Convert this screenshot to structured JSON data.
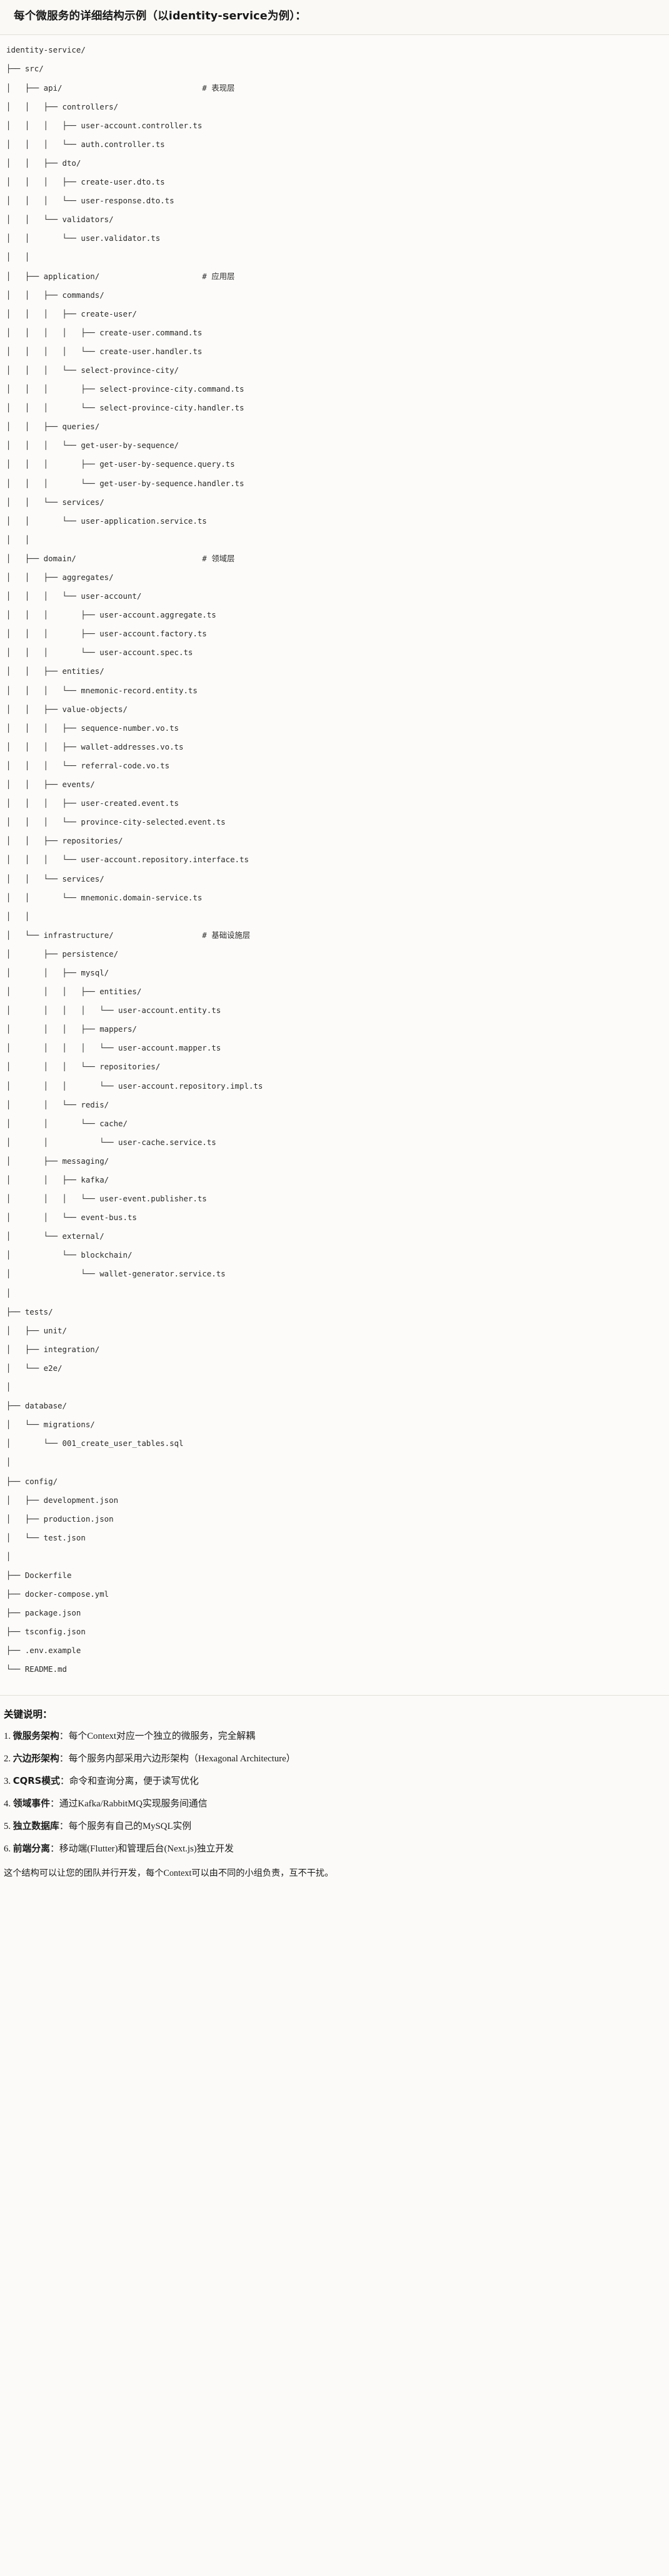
{
  "heading": {
    "title": "每个微服务的详细结构示例（以identity-service为例）："
  },
  "tree": {
    "root": "identity-service/",
    "lines": [
      "identity-service/",
      "├── src/",
      "│   ├── api/                              # 表现层",
      "│   │   ├── controllers/",
      "│   │   │   ├── user-account.controller.ts",
      "│   │   │   └── auth.controller.ts",
      "│   │   ├── dto/",
      "│   │   │   ├── create-user.dto.ts",
      "│   │   │   └── user-response.dto.ts",
      "│   │   └── validators/",
      "│   │       └── user.validator.ts",
      "│   │",
      "│   ├── application/                      # 应用层",
      "│   │   ├── commands/",
      "│   │   │   ├── create-user/",
      "│   │   │   │   ├── create-user.command.ts",
      "│   │   │   │   └── create-user.handler.ts",
      "│   │   │   └── select-province-city/",
      "│   │   │       ├── select-province-city.command.ts",
      "│   │   │       └── select-province-city.handler.ts",
      "│   │   ├── queries/",
      "│   │   │   └── get-user-by-sequence/",
      "│   │   │       ├── get-user-by-sequence.query.ts",
      "│   │   │       └── get-user-by-sequence.handler.ts",
      "│   │   └── services/",
      "│   │       └── user-application.service.ts",
      "│   │",
      "│   ├── domain/                           # 领域层",
      "│   │   ├── aggregates/",
      "│   │   │   └── user-account/",
      "│   │   │       ├── user-account.aggregate.ts",
      "│   │   │       ├── user-account.factory.ts",
      "│   │   │       └── user-account.spec.ts",
      "│   │   ├── entities/",
      "│   │   │   └── mnemonic-record.entity.ts",
      "│   │   ├── value-objects/",
      "│   │   │   ├── sequence-number.vo.ts",
      "│   │   │   ├── wallet-addresses.vo.ts",
      "│   │   │   └── referral-code.vo.ts",
      "│   │   ├── events/",
      "│   │   │   ├── user-created.event.ts",
      "│   │   │   └── province-city-selected.event.ts",
      "│   │   ├── repositories/",
      "│   │   │   └── user-account.repository.interface.ts",
      "│   │   └── services/",
      "│   │       └── mnemonic.domain-service.ts",
      "│   │",
      "│   └── infrastructure/                   # 基础设施层",
      "│       ├── persistence/",
      "│       │   ├── mysql/",
      "│       │   │   ├── entities/",
      "│       │   │   │   └── user-account.entity.ts",
      "│       │   │   ├── mappers/",
      "│       │   │   │   └── user-account.mapper.ts",
      "│       │   │   └── repositories/",
      "│       │   │       └── user-account.repository.impl.ts",
      "│       │   └── redis/",
      "│       │       └── cache/",
      "│       │           └── user-cache.service.ts",
      "│       ├── messaging/",
      "│       │   ├── kafka/",
      "│       │   │   └── user-event.publisher.ts",
      "│       │   └── event-bus.ts",
      "│       └── external/",
      "│           └── blockchain/",
      "│               └── wallet-generator.service.ts",
      "│",
      "├── tests/",
      "│   ├── unit/",
      "│   ├── integration/",
      "│   └── e2e/",
      "│",
      "├── database/",
      "│   └── migrations/",
      "│       └── 001_create_user_tables.sql",
      "│",
      "├── config/",
      "│   ├── development.json",
      "│   ├── production.json",
      "│   └── test.json",
      "│",
      "├── Dockerfile",
      "├── docker-compose.yml",
      "├── package.json",
      "├── tsconfig.json",
      "├── .env.example",
      "└── README.md"
    ]
  },
  "notes": {
    "title": "关键说明：",
    "items": [
      {
        "num": "1.",
        "term": "微服务架构",
        "body": "：每个Context对应一个独立的微服务，完全解耦"
      },
      {
        "num": "2.",
        "term": "六边形架构",
        "body": "：每个服务内部采用六边形架构（Hexagonal Architecture）"
      },
      {
        "num": "3.",
        "term": "CQRS模式",
        "body": "：命令和查询分离，便于读写优化"
      },
      {
        "num": "4.",
        "term": "领域事件",
        "body": "：通过Kafka/RabbitMQ实现服务间通信"
      },
      {
        "num": "5.",
        "term": "独立数据库",
        "body": "：每个服务有自己的MySQL实例"
      },
      {
        "num": "6.",
        "term": "前端分离",
        "body": "：移动端(Flutter)和管理后台(Next.js)独立开发"
      }
    ],
    "closing": "这个结构可以让您的团队并行开发，每个Context可以由不同的小组负责，互不干扰。"
  }
}
